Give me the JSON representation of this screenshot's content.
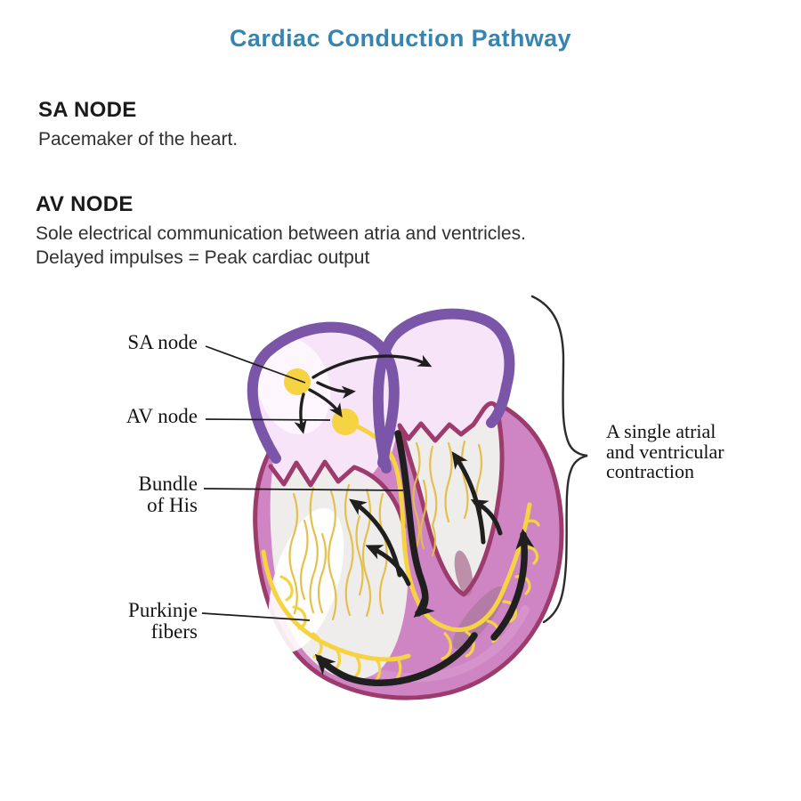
{
  "title": "Cardiac Conduction Pathway",
  "sections": {
    "sa": {
      "heading": "SA NODE",
      "body": "Pacemaker of the heart."
    },
    "av": {
      "heading": "AV NODE",
      "body_line1": "Sole electrical communication between atria and ventricles.",
      "body_line2": "Delayed impulses = Peak cardiac output"
    }
  },
  "diagram": {
    "labels": {
      "sa_node": "SA node",
      "av_node": "AV node",
      "bundle_of_his": "Bundle of His",
      "purkinje_fibers": "Purkinje fibers",
      "brace_caption": "A single atrial and ventricular contraction"
    }
  },
  "colors": {
    "title_blue": "#3585b0",
    "heading_text": "#1a1a1a",
    "body_text": "#303030",
    "label_text": "#141414",
    "atrium_outline": "#7b55a8",
    "atrium_fill": "#f8e4f8",
    "ventricle_wall": "#cf84c3",
    "ventricle_outline": "#9d3c6c",
    "chamber_fill": "#efedec",
    "node_yellow": "#f6d342",
    "fiber_yellow": "#e4bd46",
    "arrow_black": "#1f1f1f",
    "wall_shadow": "#aa7a9c"
  }
}
